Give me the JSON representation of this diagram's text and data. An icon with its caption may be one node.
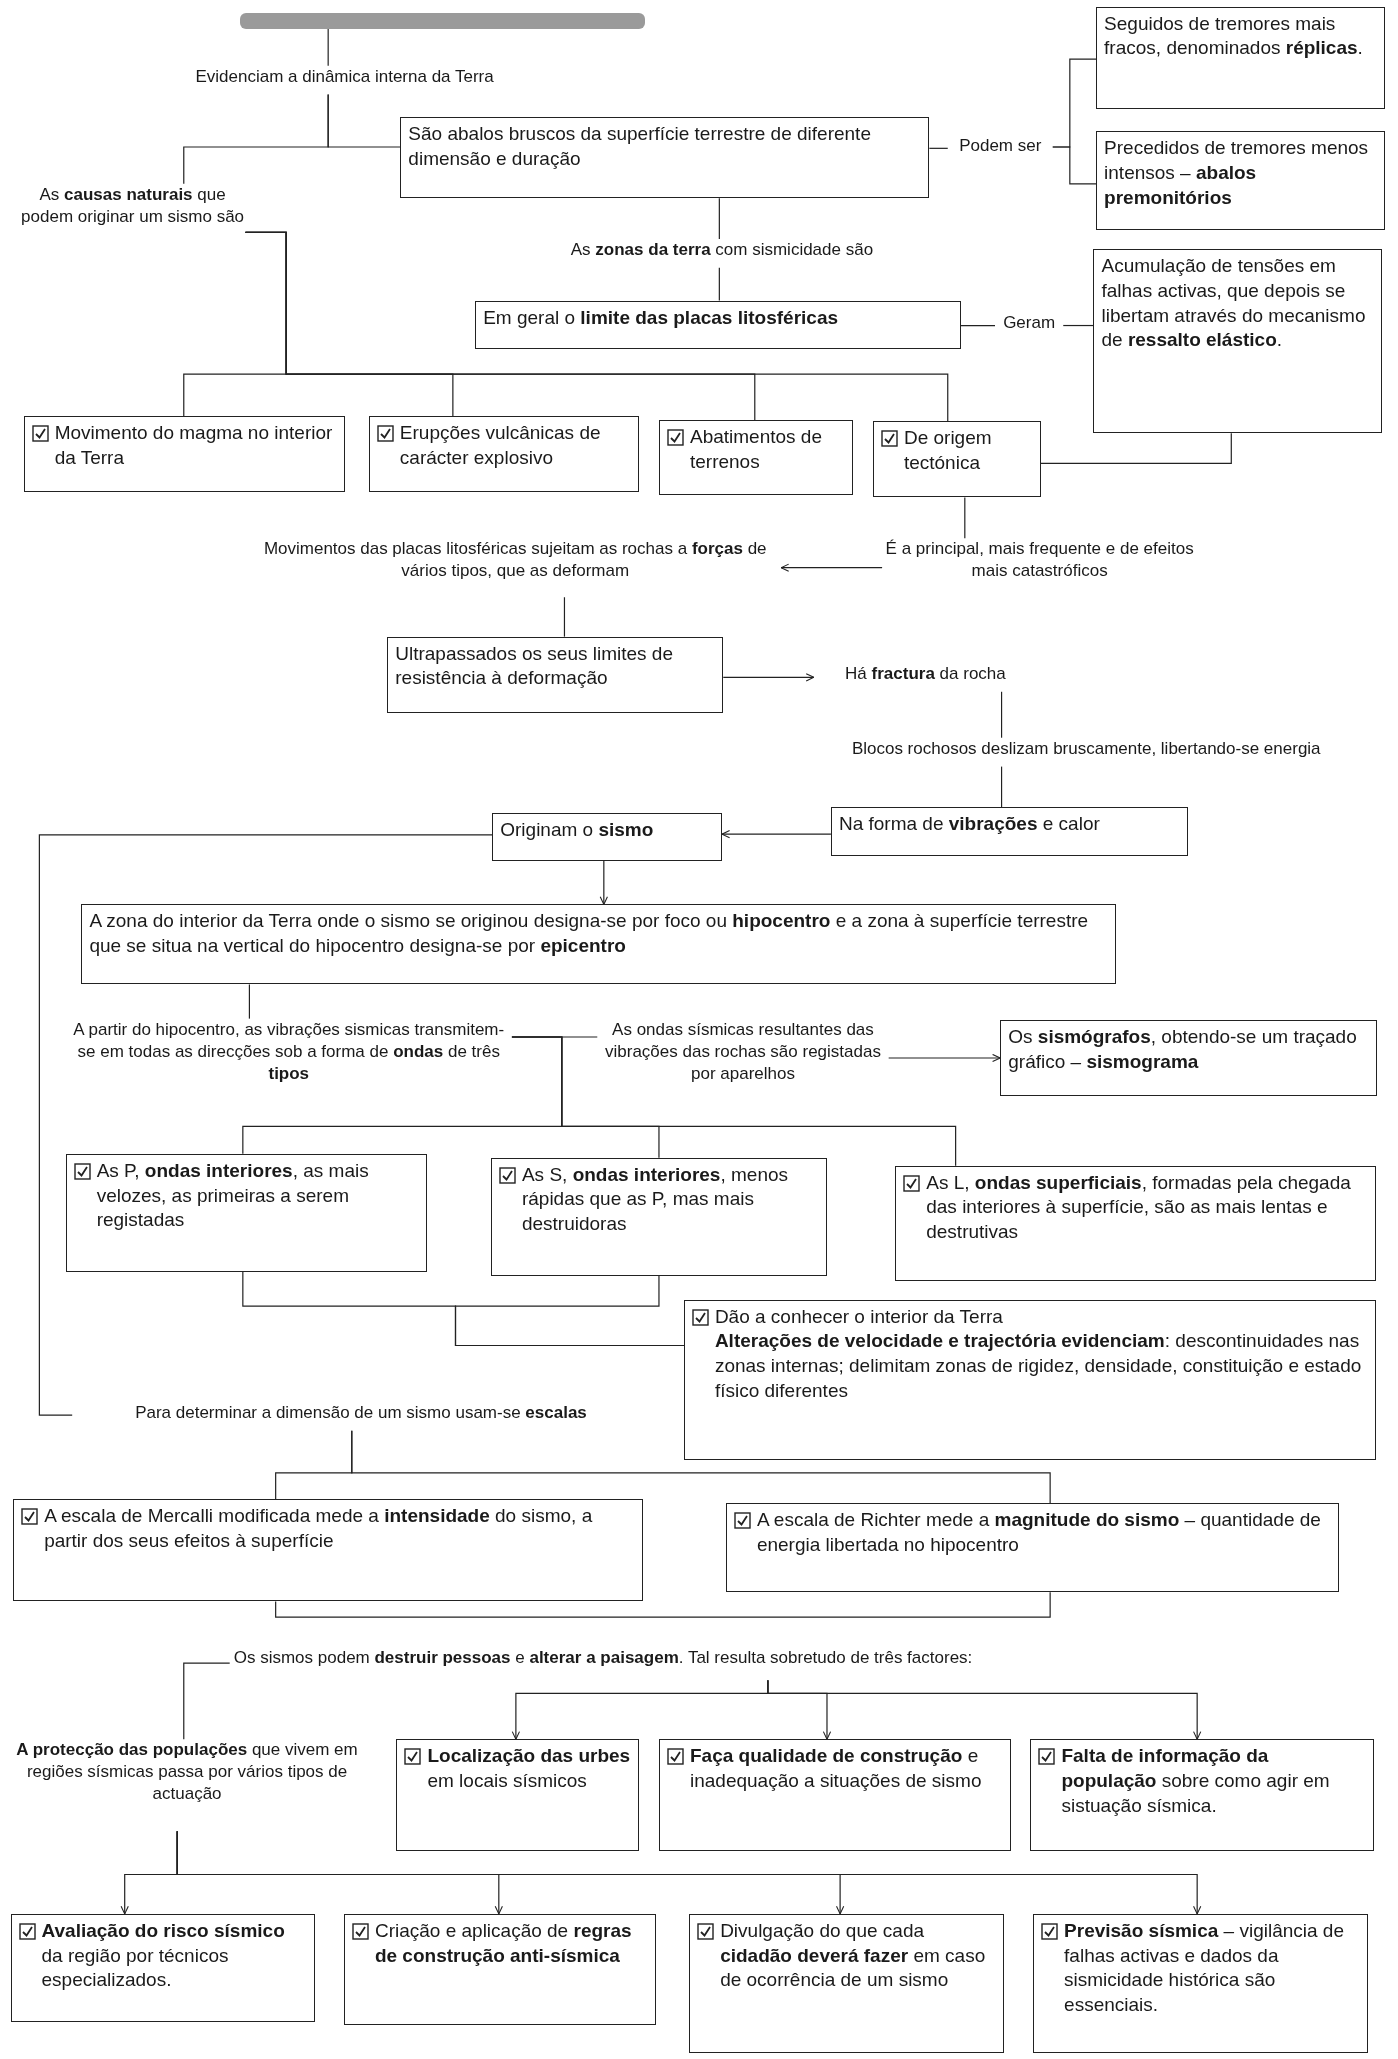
{
  "diagram": {
    "nodes": [
      {
        "text": [],
        "shape": "bar"
      },
      {
        "text": [
          "Evidenciam a dinâmica interna da Terra"
        ]
      },
      {
        "text": [
          "São abalos bruscos da superfície terrestre de diferente dimensão e duração"
        ]
      },
      {
        "text": [
          "Podem ser"
        ]
      },
      {
        "text": [
          "Seguidos de tremores mais fracos, denominados **réplicas**."
        ]
      },
      {
        "text": [
          "Precedidos de tremores menos intensos – **abalos premonitórios**"
        ]
      },
      {
        "text": [
          "As **causas naturais** que podem originar um sismo são"
        ]
      },
      {
        "text": [
          "As **zonas da terra** com sismicidade são"
        ]
      },
      {
        "text": [
          "Em geral o **limite das placas litosféricas**"
        ]
      },
      {
        "text": [
          "Geram"
        ]
      },
      {
        "text": [
          "Acumulação de tensões em falhas activas, que depois se libertam através do mecanismo de **ressalto elástico**."
        ]
      },
      {
        "text": [
          "Movimento do magma no interior da Terra"
        ]
      },
      {
        "text": [
          "Erupções vulcânicas de carácter explosivo"
        ]
      },
      {
        "text": [
          "Abatimentos de terrenos"
        ]
      },
      {
        "text": [
          "De origem tectónica"
        ]
      },
      {
        "text": [
          "É a principal, mais frequente e de efeitos mais catastróficos"
        ]
      },
      {
        "text": [
          "Movimentos das placas litosféricas sujeitam as rochas a **forças** de vários tipos, que as deformam"
        ]
      },
      {
        "text": [
          "Ultrapassados os seus limites de resistência à deformação"
        ]
      },
      {
        "text": [
          "Há **fractura** da rocha"
        ]
      },
      {
        "text": [
          "Blocos rochosos deslizam bruscamente, libertando-se energia"
        ]
      },
      {
        "text": [
          "Na forma de **vibrações** e calor"
        ]
      },
      {
        "text": [
          "Originam o **sismo**"
        ]
      },
      {
        "text": [
          "A zona do interior da Terra onde o sismo se originou designa-se por foco ou **hipocentro** e a zona à superfície terrestre que se situa na vertical do hipocentro designa-se por **epicentro**"
        ]
      },
      {
        "text": [
          "A partir do hipocentro, as vibrações sismicas transmitem-se em todas as direcções sob a forma de **ondas** de três **tipos**"
        ]
      },
      {
        "text": [
          "As ondas sísmicas resultantes das vibrações das rochas são registadas por aparelhos"
        ]
      },
      {
        "text": [
          "Os **sismógrafos**, obtendo-se um traçado gráfico – **sismograma**"
        ]
      },
      {
        "text": [
          "As P, **ondas interiores**, as mais velozes, as primeiras a serem registadas"
        ]
      },
      {
        "text": [
          "As S, **ondas interiores**, menos rápidas que as P, mas mais destruidoras"
        ]
      },
      {
        "text": [
          "As L, **ondas superficiais**, formadas pela chegada das interiores à superfície, são as mais lentas e destrutivas"
        ]
      },
      {
        "text": [
          "Dão a conhecer o interior da Terra",
          "**Alterações de velocidade e trajectória evidenciam**: descontinuidades nas zonas internas; delimitam zonas de rigidez, densidade, constituição e estado físico diferentes"
        ]
      },
      {
        "text": [
          "Para determinar a dimensão de um sismo usam-se **escalas**"
        ]
      },
      {
        "text": [
          "A escala de Mercalli modificada mede a **intensidade** do sismo, a partir dos seus efeitos à superfície"
        ]
      },
      {
        "text": [
          "A escala de Richter mede a **magnitude do sismo** – quantidade de energia libertada no hipocentro"
        ]
      },
      {
        "text": [
          "Os sismos podem **destruir pessoas** e **alterar a paisagem**. Tal resulta sobretudo de três factores:"
        ]
      },
      {
        "text": [
          "**A protecção das populações** que vivem em regiões sísmicas passa por vários tipos de actuação"
        ]
      },
      {
        "text": [
          "**Localização das urbes** em locais sísmicos"
        ]
      },
      {
        "text": [
          "**Faça qualidade de construção** e inadequação a situações de sismo"
        ]
      },
      {
        "text": [
          "**Falta de informação da população** sobre como agir em sistuação sísmica."
        ]
      },
      {
        "text": [
          "**Avaliação do risco sísmico** da região por técnicos especializados."
        ]
      },
      {
        "text": [
          "Criação e aplicação de **regras de construção anti-sísmica**"
        ]
      },
      {
        "text": [
          "Divulgação do que cada **cidadão deverá fazer** em caso de ocorrência de um sismo"
        ]
      },
      {
        "text": [
          "**Previsão sísmica** – vigilância de falhas activas e dados da sismicidade histórica são essenciais."
        ]
      }
    ],
    "edges": [
      {
        "from": 0,
        "to": 1,
        "arrow": "none"
      },
      {
        "from": 1,
        "to": 2,
        "arrow": "none"
      },
      {
        "from": 1,
        "to": 6,
        "arrow": "none"
      },
      {
        "from": 2,
        "to": 3,
        "arrow": "none"
      },
      {
        "from": 3,
        "to": 4,
        "arrow": "none"
      },
      {
        "from": 3,
        "to": 5,
        "arrow": "none"
      },
      {
        "from": 2,
        "to": 7,
        "arrow": "none"
      },
      {
        "from": 7,
        "to": 8,
        "arrow": "none"
      },
      {
        "from": 8,
        "to": 9,
        "arrow": "none"
      },
      {
        "from": 9,
        "to": 10,
        "arrow": "none"
      },
      {
        "from": 6,
        "to": 11,
        "arrow": "none"
      },
      {
        "from": 6,
        "to": 12,
        "arrow": "none"
      },
      {
        "from": 6,
        "to": 13,
        "arrow": "none"
      },
      {
        "from": 6,
        "to": 14,
        "arrow": "none"
      },
      {
        "from": 10,
        "to": 14,
        "arrow": "none"
      },
      {
        "from": 14,
        "to": 15,
        "arrow": "none"
      },
      {
        "from": 15,
        "to": 16,
        "arrow": "to"
      },
      {
        "from": 16,
        "to": 17,
        "arrow": "none"
      },
      {
        "from": 17,
        "to": 18,
        "arrow": "to"
      },
      {
        "from": 18,
        "to": 19,
        "arrow": "none"
      },
      {
        "from": 19,
        "to": 20,
        "arrow": "none"
      },
      {
        "from": 20,
        "to": 21,
        "arrow": "to"
      },
      {
        "from": 21,
        "to": 22,
        "arrow": "to"
      },
      {
        "from": 21,
        "to": 30,
        "arrow": "none"
      },
      {
        "from": 22,
        "to": 23,
        "arrow": "none"
      },
      {
        "from": 23,
        "to": 24,
        "arrow": "none"
      },
      {
        "from": 23,
        "to": 26,
        "arrow": "none"
      },
      {
        "from": 23,
        "to": 27,
        "arrow": "none"
      },
      {
        "from": 23,
        "to": 28,
        "arrow": "none"
      },
      {
        "from": 24,
        "to": 25,
        "arrow": "to"
      },
      {
        "from": 26,
        "to": 29,
        "arrow": "none"
      },
      {
        "from": 27,
        "to": 29,
        "arrow": "none"
      },
      {
        "from": 30,
        "to": 31,
        "arrow": "none"
      },
      {
        "from": 30,
        "to": 32,
        "arrow": "none"
      },
      {
        "from": 31,
        "to": 32,
        "arrow": "none"
      },
      {
        "from": 33,
        "to": 34,
        "arrow": "none"
      },
      {
        "from": 33,
        "to": 35,
        "arrow": "to"
      },
      {
        "from": 33,
        "to": 36,
        "arrow": "to"
      },
      {
        "from": 33,
        "to": 37,
        "arrow": "to"
      },
      {
        "from": 34,
        "to": 38,
        "arrow": "to"
      },
      {
        "from": 34,
        "to": 39,
        "arrow": "to"
      },
      {
        "from": 34,
        "to": 40,
        "arrow": "to"
      },
      {
        "from": 34,
        "to": 41,
        "arrow": "to"
      }
    ]
  }
}
